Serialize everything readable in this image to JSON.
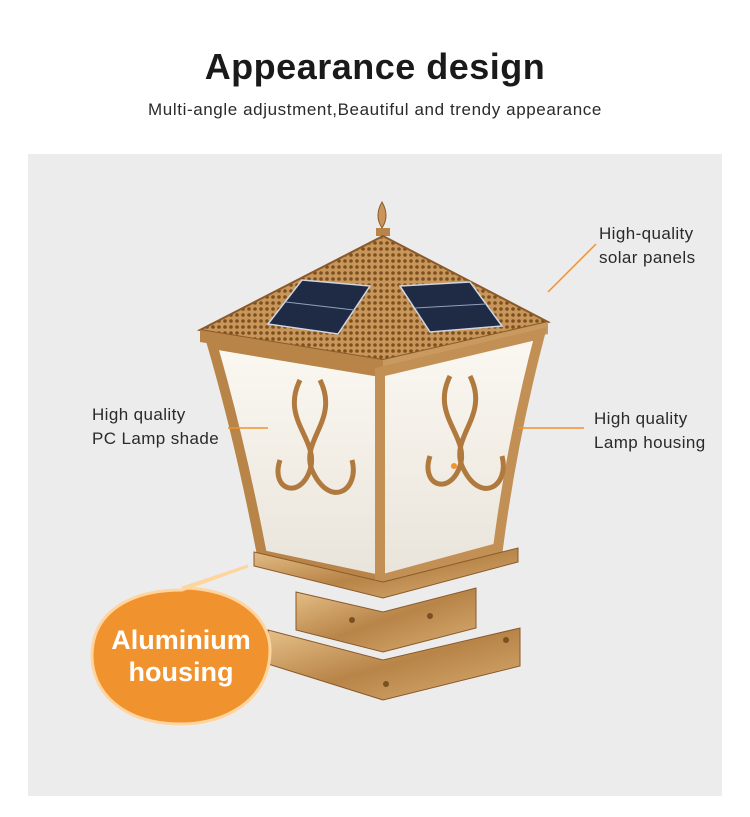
{
  "header": {
    "title": "Appearance design",
    "subtitle": "Multi-angle adjustment,Beautiful and trendy appearance"
  },
  "labels": {
    "solar_panels": [
      "High-quality",
      "solar panels"
    ],
    "lamp_shade": [
      "High quality",
      "PC Lamp shade"
    ],
    "lamp_housing": [
      "High quality",
      "Lamp housing"
    ]
  },
  "callout": {
    "line1": "Aluminium",
    "line2": "housing"
  },
  "colors": {
    "accent": "#f0922e",
    "panel_bg": "#ececec",
    "bronze": "#c8965c"
  }
}
